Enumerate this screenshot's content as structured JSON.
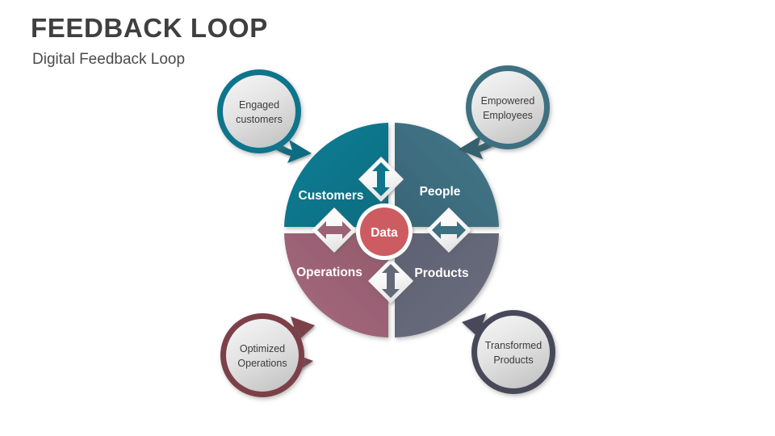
{
  "header": {
    "title": "FEEDBACK LOOP",
    "subtitle": "Digital Feedback Loop"
  },
  "diagram": {
    "type": "cycle-quadrant-diagram",
    "core": {
      "label": "Data",
      "color": "#cc5c61",
      "text_color": "#ffffff",
      "border_color": "#ffffff"
    },
    "quadrants": [
      {
        "id": "customers",
        "label": "Customers",
        "position": "top-left",
        "color": "#0e758c"
      },
      {
        "id": "people",
        "label": "People",
        "position": "top-right",
        "color": "#3d6f80"
      },
      {
        "id": "operations",
        "label": "Operations",
        "position": "bottom-left",
        "color": "#9b6476"
      },
      {
        "id": "products",
        "label": "Products",
        "position": "bottom-right",
        "color": "#656879"
      }
    ],
    "connectors": [
      {
        "id": "connector-top",
        "orientation": "vertical",
        "color": "#0e758c"
      },
      {
        "id": "connector-left",
        "orientation": "horizontal",
        "color": "#9b6476"
      },
      {
        "id": "connector-right",
        "orientation": "horizontal",
        "color": "#3d6f80"
      },
      {
        "id": "connector-bottom",
        "orientation": "vertical",
        "color": "#656879"
      }
    ],
    "satellites": [
      {
        "id": "engaged-customers",
        "line1": "Engaged",
        "line2": "customers",
        "ring_color": "#0e758c",
        "position": "top-left",
        "arrow_direction": "down-right"
      },
      {
        "id": "empowered-employees",
        "line1": "Empowered",
        "line2": "Employees",
        "ring_color": "#3d6f80",
        "position": "top-right",
        "arrow_direction": "down-left"
      },
      {
        "id": "optimized-operations",
        "line1": "Optimized",
        "line2": "Operations",
        "ring_color": "#7b4049",
        "position": "bottom-left",
        "arrow_direction": "up-right"
      },
      {
        "id": "transformed-products",
        "line1": "Transformed",
        "line2": "Products",
        "ring_color": "#46485a",
        "position": "bottom-right",
        "arrow_direction": "up-left"
      }
    ]
  }
}
